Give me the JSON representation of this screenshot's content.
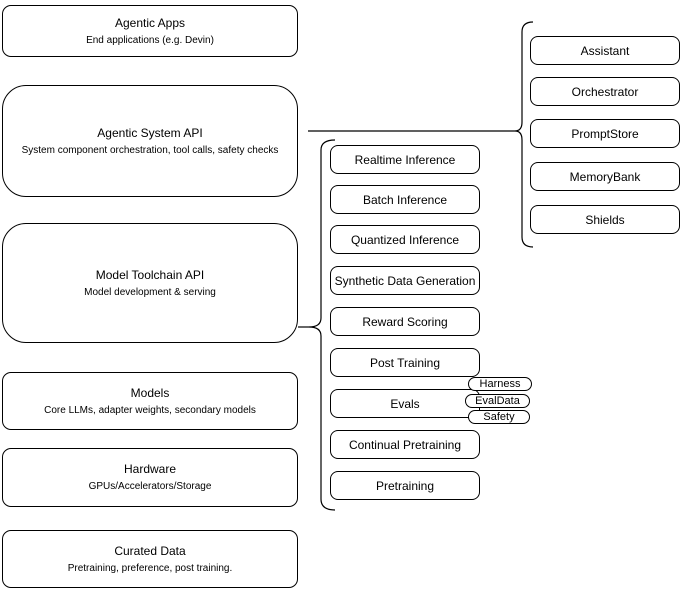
{
  "diagram": {
    "stack": [
      {
        "title": "Agentic Apps",
        "subtitle": "End applications (e.g. Devin)"
      },
      {
        "title": "Agentic System API",
        "subtitle": "System component orchestration, tool calls, safety checks"
      },
      {
        "title": "Model Toolchain API",
        "subtitle": "Model development & serving"
      },
      {
        "title": "Models",
        "subtitle": "Core LLMs, adapter weights, secondary models"
      },
      {
        "title": "Hardware",
        "subtitle": "GPUs/Accelerators/Storage"
      },
      {
        "title": "Curated Data",
        "subtitle": "Pretraining, preference, post training."
      }
    ],
    "toolchain_services": [
      "Realtime Inference",
      "Batch Inference",
      "Quantized Inference",
      "Synthetic Data Generation",
      "Reward Scoring",
      "Post Training",
      "Evals",
      "Continual Pretraining",
      "Pretraining"
    ],
    "eval_tags": [
      "Harness",
      "EvalData",
      "Safety"
    ],
    "system_components": [
      "Assistant",
      "Orchestrator",
      "PromptStore",
      "MemoryBank",
      "Shields"
    ],
    "colors": {
      "stroke": "#000000",
      "fill": "#ffffff",
      "text": "#000000",
      "background": "#ffffff"
    }
  }
}
